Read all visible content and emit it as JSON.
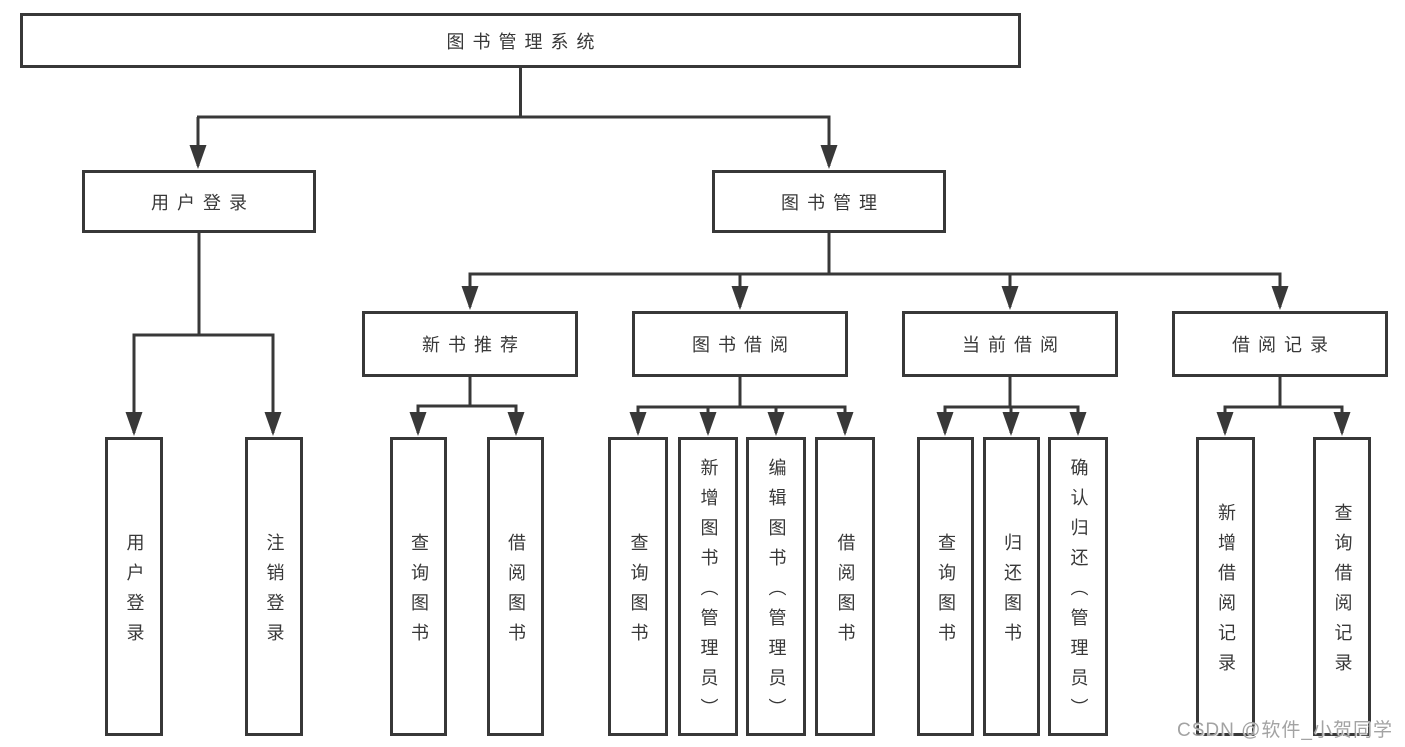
{
  "diagram": {
    "title_node": {
      "label": "图书管理系统"
    },
    "branches": [
      {
        "label": "用户登录",
        "children": [
          {
            "label": "用户登录"
          },
          {
            "label": "注销登录"
          }
        ]
      },
      {
        "label": "图书管理",
        "groups": [
          {
            "label": "新书推荐",
            "children": [
              {
                "label": "查询图书"
              },
              {
                "label": "借阅图书"
              }
            ]
          },
          {
            "label": "图书借阅",
            "children": [
              {
                "label": "查询图书"
              },
              {
                "label": "新增图书（管理员）"
              },
              {
                "label": "编辑图书（管理员）"
              },
              {
                "label": "借阅图书"
              }
            ]
          },
          {
            "label": "当前借阅",
            "children": [
              {
                "label": "查询图书"
              },
              {
                "label": "归还图书"
              },
              {
                "label": "确认归还（管理员）"
              }
            ]
          },
          {
            "label": "借阅记录",
            "children": [
              {
                "label": "新增借阅记录"
              },
              {
                "label": "查询借阅记录"
              }
            ]
          }
        ]
      }
    ]
  },
  "colors": {
    "line": "#383838",
    "text": "#383838",
    "background": "#ffffff",
    "watermark_gray": "#a3a3a3"
  },
  "watermark": {
    "text": "CSDN @软件_小贺同学"
  }
}
